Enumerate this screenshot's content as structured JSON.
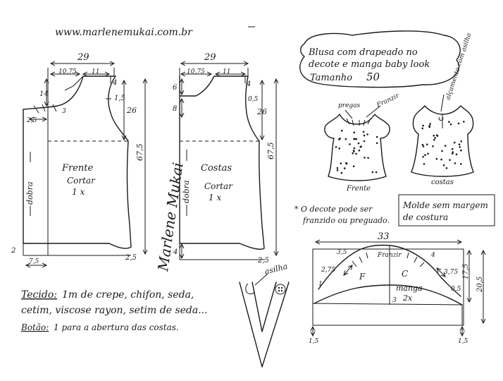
{
  "website": "www.marlenemukai.com.br",
  "title_box": {
    "line1": "Blusa com drapeado no",
    "line2": "decote e manga baby look",
    "size_label": "Tamanho",
    "size_value": "50"
  },
  "front_piece": {
    "width": "29",
    "neck_w": "10,75",
    "shoulder_w": "11",
    "m14": "14",
    "m2_5": "2,5",
    "m3": "3",
    "m4": "4",
    "m1_5": "1,5",
    "m26": "26",
    "m67_5": "67,5",
    "m2": "2",
    "m7_5": "7,5",
    "hem_2_5": "2,5",
    "name": "Frente",
    "cut": "Cortar",
    "qty": "1 x",
    "fold": "dobra"
  },
  "back_piece": {
    "width": "29",
    "neck_w": "10,75",
    "shoulder_w": "11",
    "m6": "6",
    "m8": "8",
    "m4": "4",
    "m0_5": "0,5",
    "m26": "26",
    "m67_5": "67,5",
    "m4b": "4",
    "hem_2_5": "2,5",
    "name": "Costas",
    "cut": "Cortar",
    "qty": "1 x",
    "fold": "dobra"
  },
  "signature": "Marlene Mukai",
  "illustrations": {
    "pregas": "pregas",
    "franzir": "Franzir",
    "alcamento": "alçamento com asilha",
    "front_caption": "Frente",
    "back_caption": "costas"
  },
  "note": {
    "line1": "* O decote pode ser",
    "line2": "franzido ou preguado."
  },
  "mold_box": {
    "line1": "Molde sem margem",
    "line2": "de costura"
  },
  "fabric": {
    "label": "Tecido:",
    "text1": "1m de crepe, chifon, seda,",
    "text2": "cetim, viscose rayon, setim de seda...",
    "button_label": "Botão:",
    "button_text": "1 para a abertura das costas."
  },
  "loop_label": "asilha",
  "sleeve": {
    "width": "33",
    "franzir": "Franzir",
    "m3_5": "3,5",
    "m4": "4",
    "m2_75": "2,75",
    "m3_75": "3,75",
    "m1": "1",
    "m0_5": "0,5",
    "m3": "3",
    "m17_5": "17,5",
    "m20_5": "20,5",
    "m1_5a": "1,5",
    "m1_5b": "1,5",
    "F": "F",
    "C": "C",
    "name": "manga",
    "qty": "2x"
  }
}
